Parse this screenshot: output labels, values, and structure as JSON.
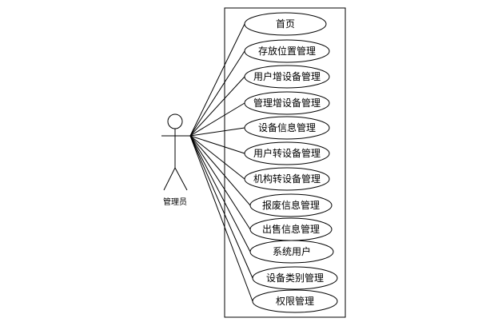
{
  "diagram": {
    "actor": {
      "label": "管理员"
    },
    "use_cases": [
      {
        "label": "首页"
      },
      {
        "label": "存放位置管理"
      },
      {
        "label": "用户增设备管理"
      },
      {
        "label": "管理增设备管理"
      },
      {
        "label": "设备信息管理"
      },
      {
        "label": "用户转设备管理"
      },
      {
        "label": "机构转设备管理"
      },
      {
        "label": "报废信息管理"
      },
      {
        "label": "出售信息管理"
      },
      {
        "label": "系统用户"
      },
      {
        "label": "设备类别管理"
      },
      {
        "label": "权限管理"
      }
    ]
  }
}
